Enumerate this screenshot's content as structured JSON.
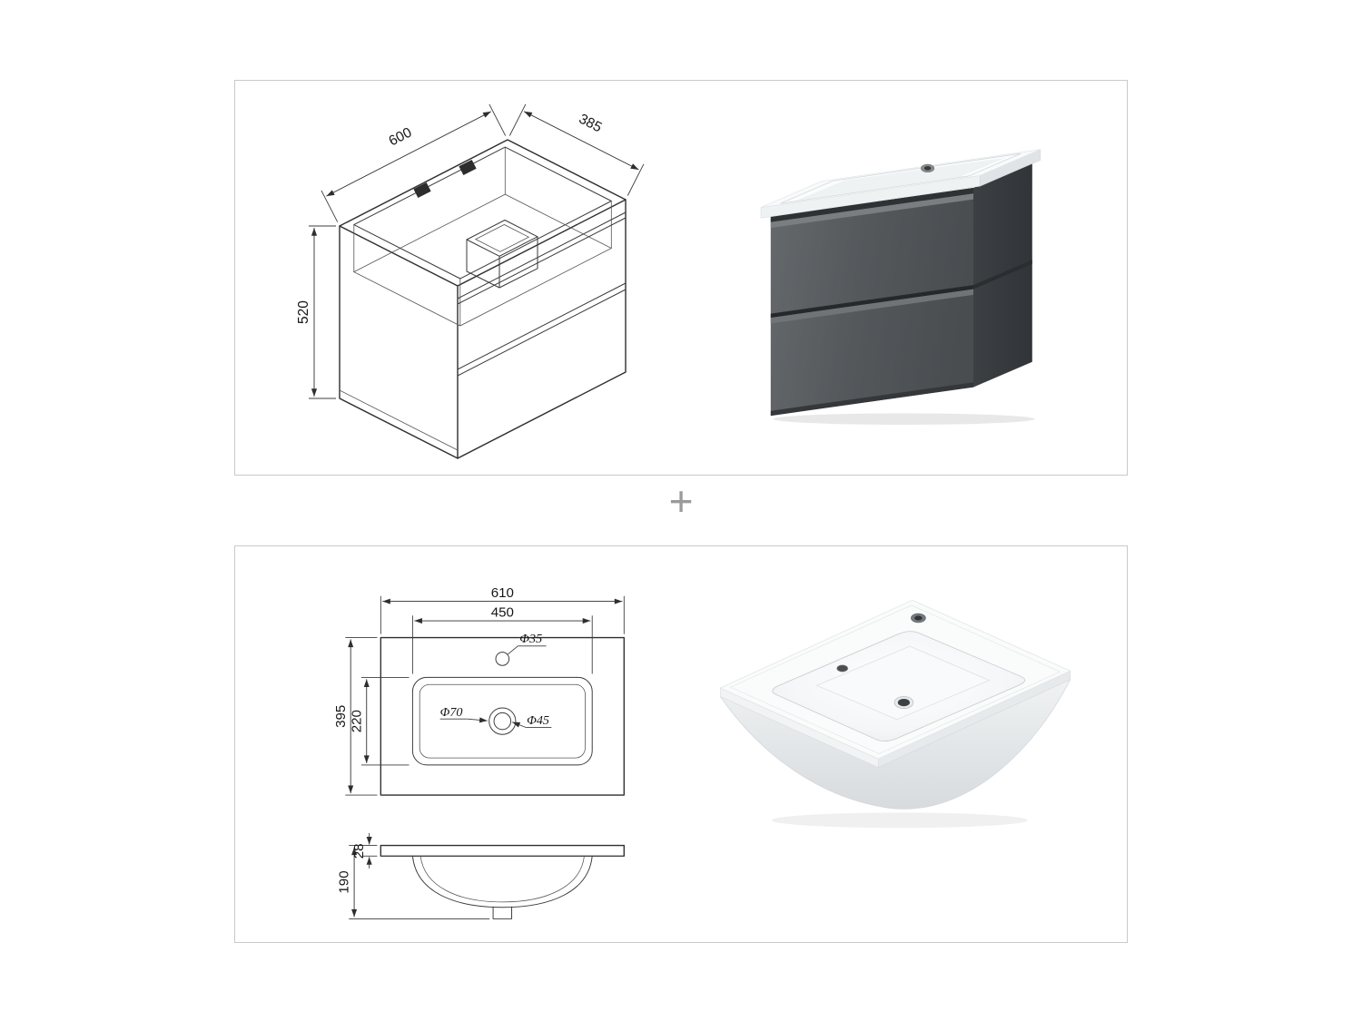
{
  "plus_sign": "+",
  "cabinet_drawing": {
    "width_mm": "600",
    "depth_mm": "385",
    "height_mm": "520"
  },
  "basin_drawing": {
    "overall_width_mm": "610",
    "bowl_width_mm": "450",
    "overall_depth_mm": "395",
    "bowl_depth_mm": "220",
    "tap_hole_dia": "Φ35",
    "drain_outer_dia": "Φ70",
    "drain_inner_dia": "Φ45",
    "overall_height_mm": "190",
    "rim_height_mm": "28"
  },
  "colors": {
    "panel_border": "#c9c9c9",
    "line_color": "#2e2e2e",
    "cabinet_front": "#54585b",
    "cabinet_side": "#383c3f",
    "ceramic_white": "#f8fafb",
    "plus_color": "#9a9a9a"
  }
}
